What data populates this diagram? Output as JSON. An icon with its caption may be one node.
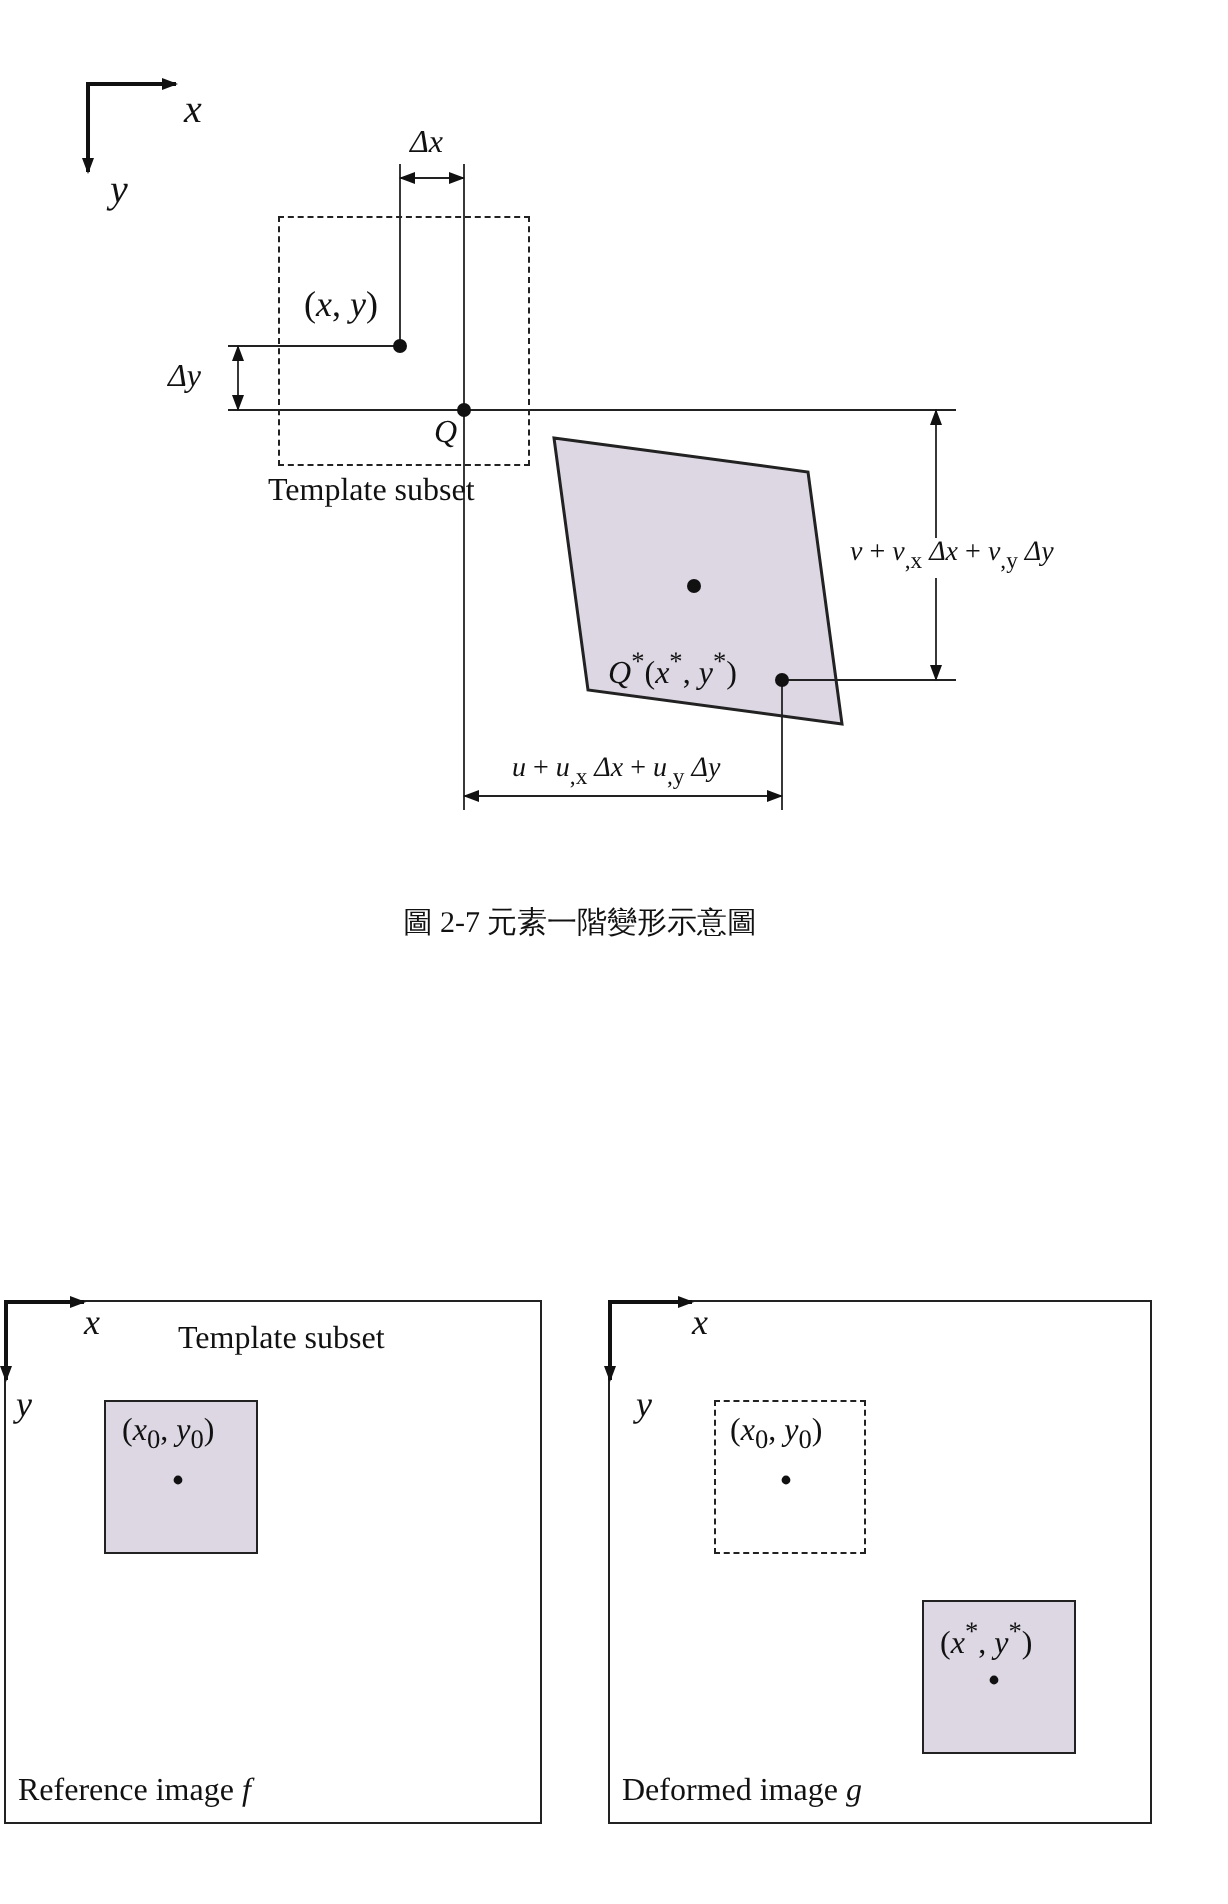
{
  "diagram": {
    "caption": "圖 2-7 元素一階變形示意圖",
    "nodes": [
      {
        "text": [
          "Template subset"
        ]
      },
      {
        "text": [
          "*Q*$^{*}$(*x*$^{*}$, *y*$^{*}$)"
        ]
      },
      {
        "text": [
          "Reference image *f*"
        ]
      },
      {
        "text": [
          "Template subset",
          "(*x*$_{0}$, *y*$_{0}$)"
        ],
        "in": 2
      },
      {
        "text": [
          "Deformed image *g*"
        ]
      },
      {
        "text": [
          "(*x*$_{0}$, *y*$_{0}$)"
        ],
        "in": 4
      },
      {
        "text": [
          "(*x*$^{*}$, *y*$^{*}$)"
        ],
        "in": 4
      }
    ],
    "labels": [
      "x",
      "y",
      "Δx",
      "(*x*, *y*)",
      "Δy",
      "Q",
      "*v* + *v*$_{,x}$ *Δx* + *v*$_{,y}$ *Δy*",
      "*u* + *u*$_{,x}$ *Δx* + *u*$_{,y}$ *Δy*",
      "x",
      "y",
      "x",
      "y"
    ]
  }
}
